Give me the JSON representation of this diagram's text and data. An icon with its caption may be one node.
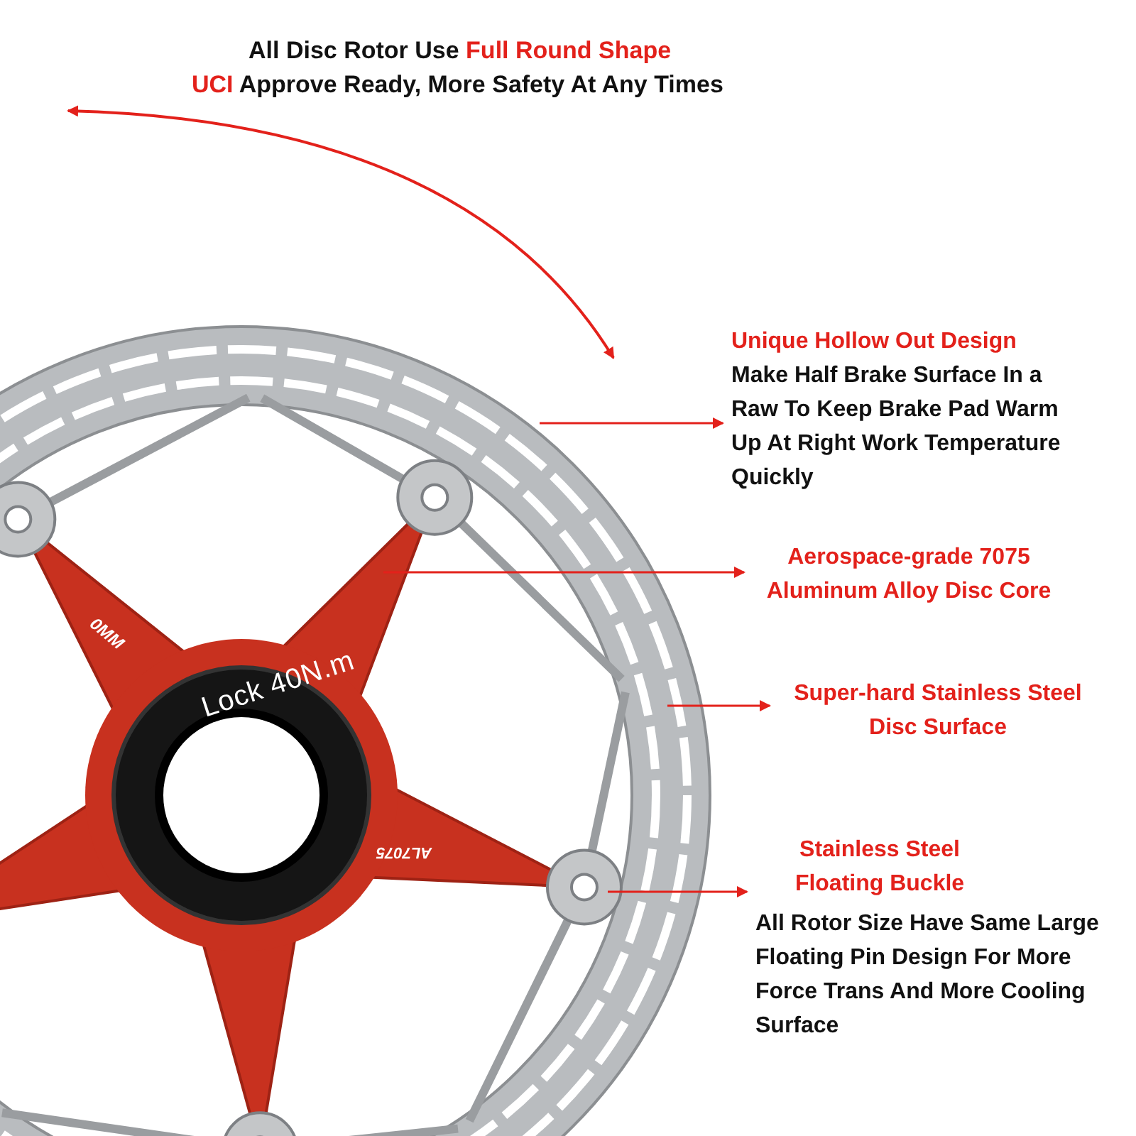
{
  "diagram": {
    "nodes": [
      {
        "text": [
          "Unique Hollow Out Design",
          "Make Half Brake Surface In a Raw To Keep Brake Pad Warm Up At Right Work Temperature Quickly"
        ]
      },
      {
        "text": [
          "Aerospace-grade 7075 Aluminum Alloy Disc Core"
        ]
      },
      {
        "text": [
          "Super-hard Stainless Steel Disc Surface"
        ]
      },
      {
        "text": [
          "Stainless Steel Floating Buckle",
          "All Rotor Size Have Same Large Floating Pin Design For More Force Trans And More Cooling Surface"
        ]
      }
    ],
    "edges": [
      {
        "from": null,
        "to": 0,
        "arrow": "to"
      },
      {
        "from": null,
        "to": 1,
        "arrow": "to"
      },
      {
        "from": null,
        "to": 2,
        "arrow": "to"
      },
      {
        "from": null,
        "to": 3,
        "arrow": "to"
      }
    ],
    "labels": [
      "All Disc Rotor Use **Full Round Shape**",
      "**UCI** Approve Ready, More Safety At Any Times",
      "Lock 40N.m",
      "AL7075",
      "0MM"
    ]
  }
}
